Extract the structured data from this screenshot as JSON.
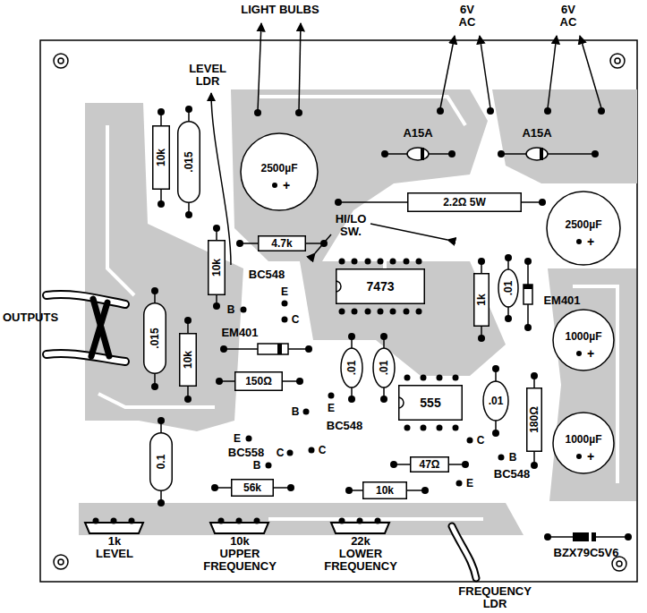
{
  "diagram": {
    "nodes": [
      {
        "text": [
          "2500µF",
          "+"
        ]
      },
      {
        "text": [
          "10k"
        ]
      },
      {
        "text": [
          ".015"
        ]
      },
      {
        "text": [
          "2.2Ω 5W"
        ]
      },
      {
        "text": [
          "2500µF",
          "+"
        ]
      },
      {
        "text": [
          "4.7k"
        ]
      },
      {
        "text": [
          "10k"
        ]
      },
      {
        "text": [
          "7473"
        ]
      },
      {
        "text": [
          "1k"
        ]
      },
      {
        "text": [
          ".01"
        ]
      },
      {
        "text": [
          ".015"
        ]
      },
      {
        "text": [
          "1000µF",
          "+"
        ]
      },
      {
        "text": [
          "10k"
        ]
      },
      {
        "text": [
          ".01"
        ]
      },
      {
        "text": [
          ".01"
        ]
      },
      {
        "text": [
          "150Ω"
        ]
      },
      {
        "text": [
          "555"
        ]
      },
      {
        "text": [
          ".01"
        ]
      },
      {
        "text": [
          "180Ω"
        ]
      },
      {
        "text": [
          "1000µF",
          "+"
        ]
      },
      {
        "text": [
          "0.1"
        ]
      },
      {
        "text": [
          "47Ω"
        ]
      },
      {
        "text": [
          "56k"
        ]
      },
      {
        "text": [
          "10k"
        ]
      }
    ],
    "labels": [
      "LIGHT BULBS",
      "6V AC",
      "6V AC",
      "LEVEL LDR",
      "A15A",
      "A15A",
      "HI/LO SW.",
      "BC548",
      "E",
      "OUTPUTS",
      "B",
      "C",
      "EM401",
      "EM401",
      "B",
      "E",
      "BC548",
      "E",
      "C",
      "BC558",
      "C",
      "C",
      "B",
      "B",
      "BC548",
      "E",
      "1k LEVEL",
      "10k UPPER FREQUENCY",
      "22k LOWER FREQUENCY",
      "FREQUENCY LDR",
      "BZX79C5V6"
    ]
  }
}
